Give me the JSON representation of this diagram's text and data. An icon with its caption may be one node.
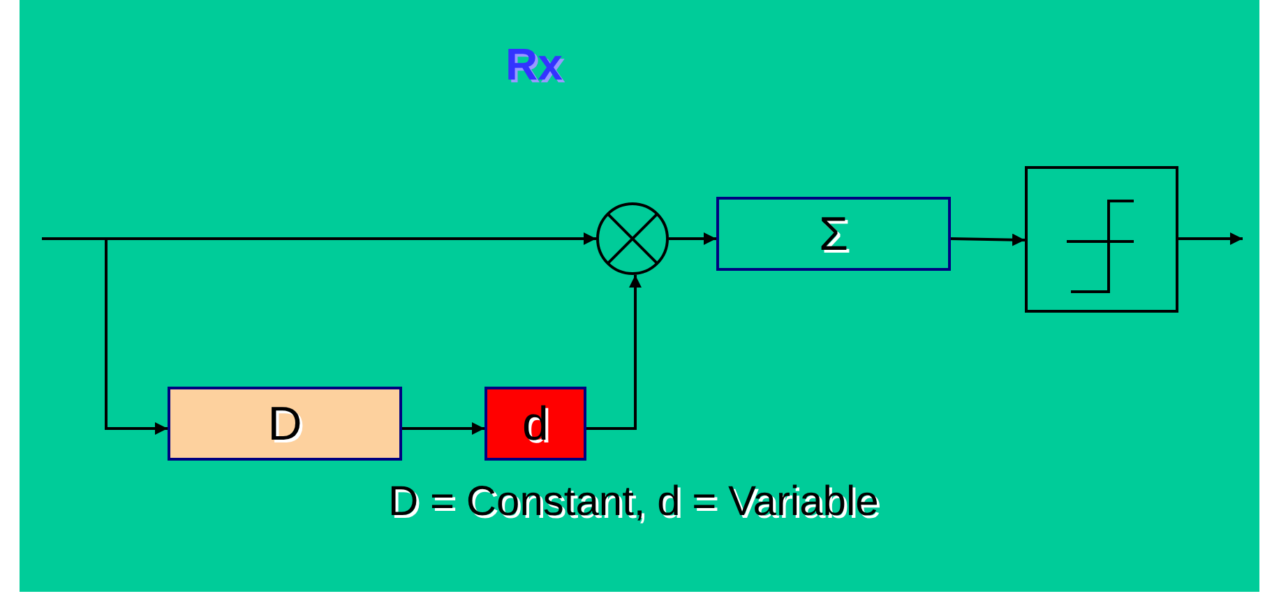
{
  "diagram": {
    "title": "Rx",
    "nodes": [
      {
        "text": [],
        "shape": "circle"
      },
      {
        "text": [
          "Σ"
        ]
      },
      {
        "text": [],
        "shape": "box"
      },
      {
        "text": [
          "D"
        ]
      },
      {
        "text": [
          "d"
        ]
      }
    ],
    "edges": [
      {
        "from": null,
        "to": 0,
        "arrow": "to"
      },
      {
        "from": null,
        "to": 3,
        "arrow": "to"
      },
      {
        "from": 0,
        "to": 1,
        "arrow": "to"
      },
      {
        "from": 1,
        "to": 2,
        "arrow": "to"
      },
      {
        "from": 2,
        "to": null,
        "arrow": "to"
      },
      {
        "from": 3,
        "to": 4,
        "arrow": "to"
      },
      {
        "from": 4,
        "to": 0,
        "arrow": "to"
      }
    ],
    "labels": [
      "D = Constant, d = Variable"
    ]
  }
}
